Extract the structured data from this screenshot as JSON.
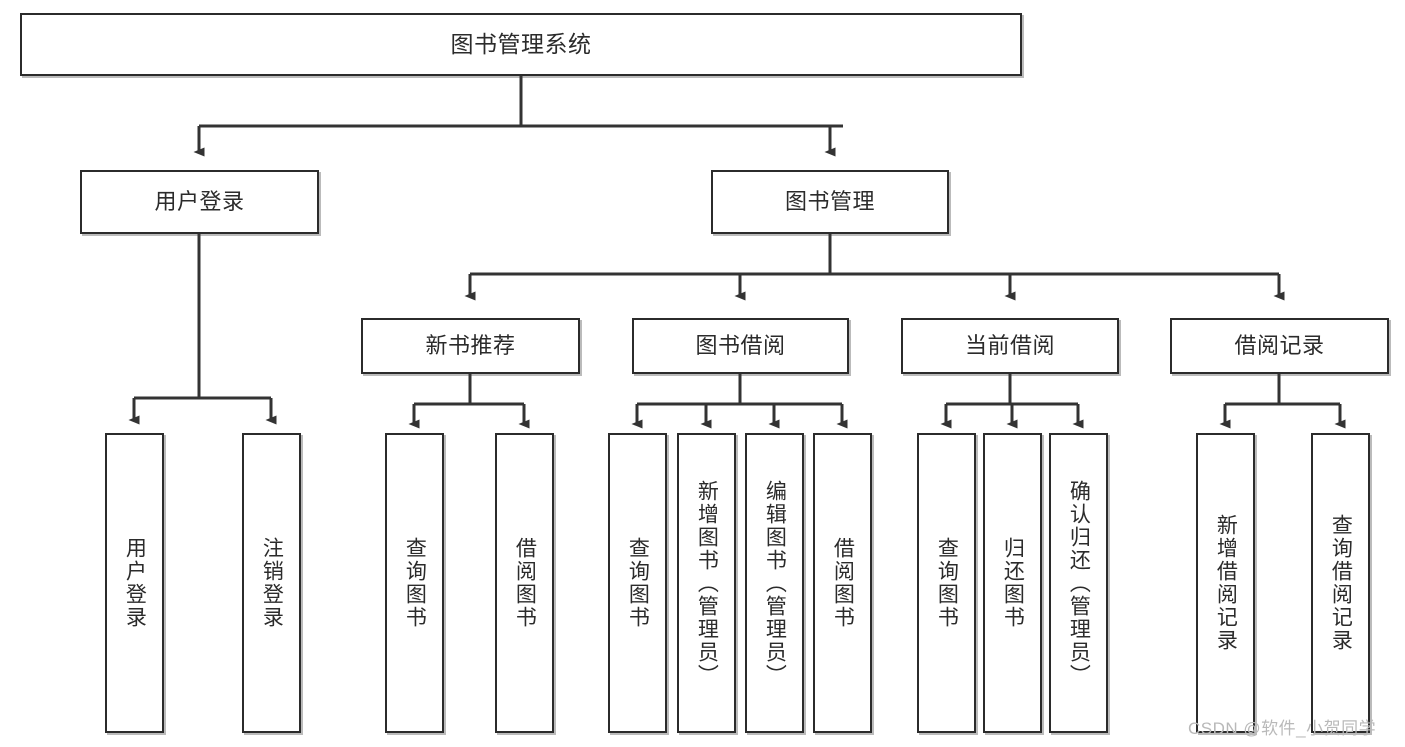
{
  "diagram": {
    "type": "tree-hierarchy-chart",
    "title": "图书管理系统",
    "watermark": "CSDN @软件_小贺同学",
    "colors": {
      "box_border": "#2b2b2b",
      "box_fill": "#ffffff",
      "connector": "#333333",
      "text": "#2b2b2b",
      "watermark": "#b9b9b9",
      "background": "#ffffff"
    },
    "nodes": {
      "root": {
        "label": "图书管理系统",
        "level": 0
      },
      "level1": [
        {
          "id": "user-login",
          "label": "用户登录"
        },
        {
          "id": "book-management",
          "label": "图书管理"
        }
      ],
      "level2": [
        {
          "id": "new-book-recommend",
          "label": "新书推荐",
          "parent": "book-management"
        },
        {
          "id": "book-borrow",
          "label": "图书借阅",
          "parent": "book-management"
        },
        {
          "id": "current-borrow",
          "label": "当前借阅",
          "parent": "book-management"
        },
        {
          "id": "borrow-record",
          "label": "借阅记录",
          "parent": "book-management"
        }
      ],
      "leaves": [
        {
          "id": "leaf-user-login",
          "label": "用户登录",
          "parent": "user-login"
        },
        {
          "id": "leaf-logout",
          "label": "注销登录",
          "parent": "user-login"
        },
        {
          "id": "leaf-query-book-1",
          "label": "查询图书",
          "parent": "new-book-recommend"
        },
        {
          "id": "leaf-borrow-book-1",
          "label": "借阅图书",
          "parent": "new-book-recommend"
        },
        {
          "id": "leaf-query-book-2",
          "label": "查询图书",
          "parent": "book-borrow"
        },
        {
          "id": "leaf-add-book",
          "label": "新增图书（管理员）",
          "parent": "book-borrow"
        },
        {
          "id": "leaf-edit-book",
          "label": "编辑图书（管理员）",
          "parent": "book-borrow"
        },
        {
          "id": "leaf-borrow-book-2",
          "label": "借阅图书",
          "parent": "book-borrow"
        },
        {
          "id": "leaf-query-book-3",
          "label": "查询图书",
          "parent": "current-borrow"
        },
        {
          "id": "leaf-return-book",
          "label": "归还图书",
          "parent": "current-borrow"
        },
        {
          "id": "leaf-confirm-return",
          "label": "确认归还（管理员）",
          "parent": "current-borrow"
        },
        {
          "id": "leaf-add-record",
          "label": "新增借阅记录",
          "parent": "borrow-record"
        },
        {
          "id": "leaf-query-record",
          "label": "查询借阅记录",
          "parent": "borrow-record"
        }
      ]
    }
  }
}
